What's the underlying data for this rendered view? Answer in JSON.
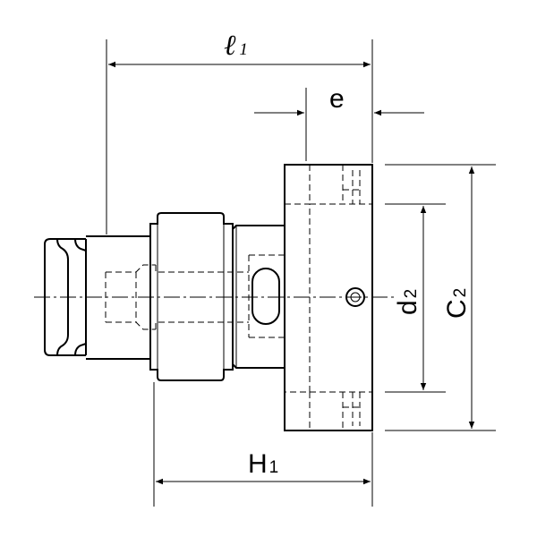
{
  "dimensions": {
    "l1": {
      "symbol": "ℓ",
      "subscript": "1"
    },
    "e": {
      "symbol": "e"
    },
    "d2": {
      "symbol": "d",
      "subscript": "2"
    },
    "C2": {
      "symbol": "C",
      "subscript": "2"
    },
    "H1": {
      "symbol": "H",
      "subscript": "1"
    }
  },
  "line_color": "#000000",
  "background_color": "#ffffff"
}
